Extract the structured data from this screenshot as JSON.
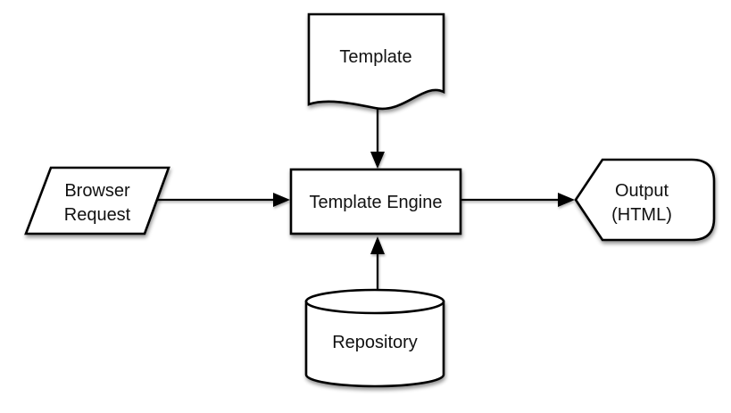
{
  "diagram": {
    "background_color": "#ffffff",
    "node_fill_color": "#ffffff",
    "node_stroke_color": "#000000",
    "edge_color": "#000000",
    "text_color": "#111111",
    "nodes": [
      {
        "id": "template",
        "shape": "document",
        "lines": [
          "Template"
        ]
      },
      {
        "id": "browser-request",
        "shape": "parallelogram",
        "lines": [
          "Browser",
          "Request"
        ]
      },
      {
        "id": "template-engine",
        "shape": "rectangle",
        "lines": [
          "Template Engine"
        ]
      },
      {
        "id": "output-html",
        "shape": "display",
        "lines": [
          "Output",
          "(HTML)"
        ]
      },
      {
        "id": "repository",
        "shape": "cylinder",
        "lines": [
          "Repository"
        ]
      }
    ],
    "edges": [
      {
        "from": "template",
        "to": "template-engine",
        "direction": "down"
      },
      {
        "from": "browser-request",
        "to": "template-engine",
        "direction": "right"
      },
      {
        "from": "template-engine",
        "to": "output-html",
        "direction": "right"
      },
      {
        "from": "repository",
        "to": "template-engine",
        "direction": "up"
      }
    ]
  }
}
